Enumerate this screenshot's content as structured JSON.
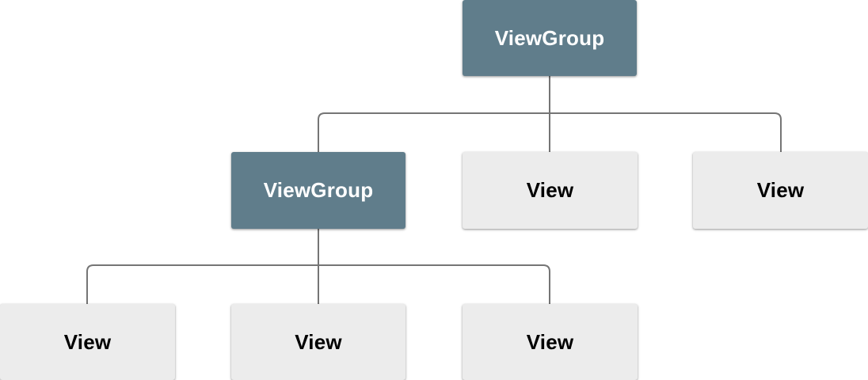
{
  "diagram": {
    "name": "view-hierarchy-tree",
    "colors": {
      "viewgroup_bg": "#607D8B",
      "viewgroup_text": "#FFFFFF",
      "view_bg": "#ECECEC",
      "view_text": "#000000",
      "connector": "#757575",
      "background": "#FFFFFF"
    },
    "nodes": [
      {
        "id": "root",
        "label": "ViewGroup",
        "type": "viewgroup",
        "level": 0
      },
      {
        "id": "vg2",
        "label": "ViewGroup",
        "type": "viewgroup",
        "level": 1
      },
      {
        "id": "view1",
        "label": "View",
        "type": "view",
        "level": 1
      },
      {
        "id": "view2",
        "label": "View",
        "type": "view",
        "level": 1
      },
      {
        "id": "view3",
        "label": "View",
        "type": "view",
        "level": 2
      },
      {
        "id": "view4",
        "label": "View",
        "type": "view",
        "level": 2
      },
      {
        "id": "view5",
        "label": "View",
        "type": "view",
        "level": 2
      }
    ],
    "edges": [
      {
        "from": "root",
        "to": "vg2"
      },
      {
        "from": "root",
        "to": "view1"
      },
      {
        "from": "root",
        "to": "view2"
      },
      {
        "from": "vg2",
        "to": "view3"
      },
      {
        "from": "vg2",
        "to": "view4"
      },
      {
        "from": "vg2",
        "to": "view5"
      }
    ]
  }
}
